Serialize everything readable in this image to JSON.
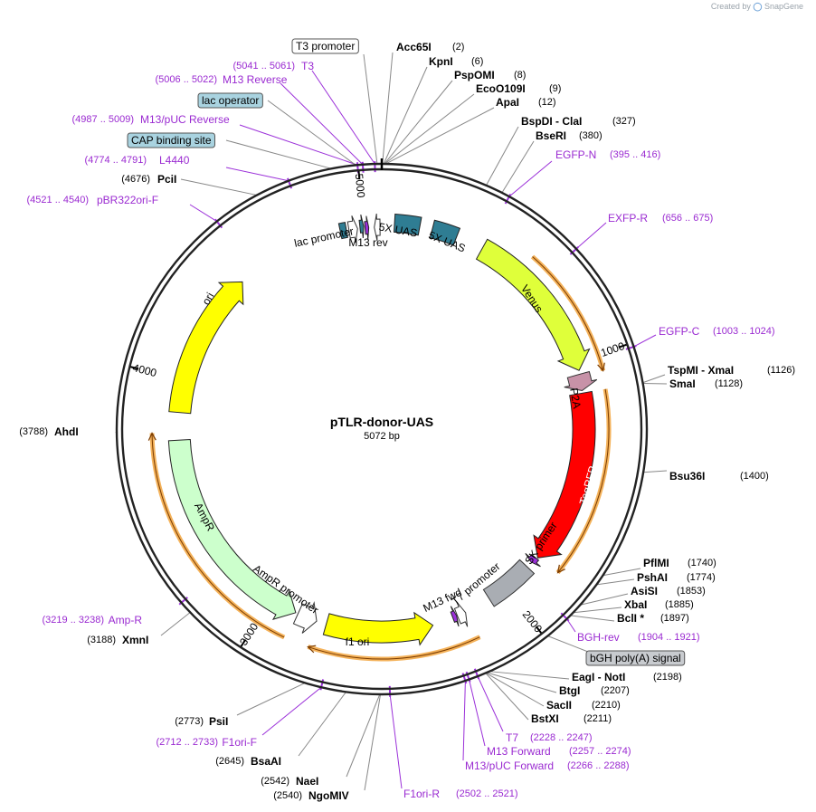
{
  "watermark": {
    "created_by": "Created by",
    "brand": "SnapGene"
  },
  "plasmid": {
    "name": "pTLR-donor-UAS",
    "length_label": "5072 bp",
    "length": 5072
  },
  "ticks": [
    "1000",
    "2000",
    "3000",
    "4000",
    "5000"
  ],
  "features": [
    {
      "name": "Venus",
      "color": "#dfff3a"
    },
    {
      "name": "P2A",
      "color": "#c792a8"
    },
    {
      "name": "TagRFP",
      "color": "#ff0000"
    },
    {
      "name": "SK primer",
      "color": "#9b30d9"
    },
    {
      "name": "bGH poly(A) signal",
      "color": "#a9adb3"
    },
    {
      "name": "T7 promoter",
      "color": "#ffffff"
    },
    {
      "name": "M13 fwd",
      "color": "#9b30d9"
    },
    {
      "name": "f1 ori",
      "color": "#ffff00"
    },
    {
      "name": "AmpR promoter",
      "color": "#ffffff"
    },
    {
      "name": "AmpR",
      "color": "#ccffcc"
    },
    {
      "name": "ori",
      "color": "#ffff00"
    },
    {
      "name": "lac promoter",
      "color": "#ffffff"
    },
    {
      "name": "M13 rev",
      "color": "#9b30d9"
    },
    {
      "name": "5X UAS",
      "color": "#2f7d93"
    },
    {
      "name": "5X UAS",
      "color": "#2f7d93"
    }
  ],
  "enzymes": [
    {
      "name": "Acc65I",
      "pos": "(2)"
    },
    {
      "name": "KpnI",
      "pos": "(6)"
    },
    {
      "name": "PspOMI",
      "pos": "(8)"
    },
    {
      "name": "EcoO109I",
      "pos": "(9)"
    },
    {
      "name": "ApaI",
      "pos": "(12)"
    },
    {
      "name": "BspDI - ClaI",
      "pos": "(327)"
    },
    {
      "name": "BseRI",
      "pos": "(380)"
    },
    {
      "name": "TspMI - XmaI",
      "pos": "(1126)"
    },
    {
      "name": "SmaI",
      "pos": "(1128)"
    },
    {
      "name": "Bsu36I",
      "pos": "(1400)"
    },
    {
      "name": "PflMI",
      "pos": "(1740)"
    },
    {
      "name": "PshAI",
      "pos": "(1774)"
    },
    {
      "name": "AsiSI",
      "pos": "(1853)"
    },
    {
      "name": "XbaI",
      "pos": "(1885)"
    },
    {
      "name": "BclI *",
      "pos": "(1897)"
    },
    {
      "name": "EagI - NotI",
      "pos": "(2198)"
    },
    {
      "name": "BtgI",
      "pos": "(2207)"
    },
    {
      "name": "SacII",
      "pos": "(2210)"
    },
    {
      "name": "BstXI",
      "pos": "(2211)"
    },
    {
      "name": "PsiI",
      "pos": "(2773)"
    },
    {
      "name": "BsaAI",
      "pos": "(2645)"
    },
    {
      "name": "NaeI",
      "pos": "(2542)"
    },
    {
      "name": "NgoMIV",
      "pos": "(2540)"
    },
    {
      "name": "XmnI",
      "pos": "(3188)"
    },
    {
      "name": "AhdI",
      "pos": "(3788)"
    },
    {
      "name": "PciI",
      "pos": "(4676)"
    }
  ],
  "primers": [
    {
      "name": "EGFP-N",
      "range": "(395 .. 416)"
    },
    {
      "name": "EXFP-R",
      "range": "(656 .. 675)"
    },
    {
      "name": "EGFP-C",
      "range": "(1003 .. 1024)"
    },
    {
      "name": "BGH-rev",
      "range": "(1904 .. 1921)"
    },
    {
      "name": "T7",
      "range": "(2228 .. 2247)"
    },
    {
      "name": "M13 Forward",
      "range": "(2257 .. 2274)"
    },
    {
      "name": "M13/pUC Forward",
      "range": "(2266 .. 2288)"
    },
    {
      "name": "F1ori-R",
      "range": "(2502 .. 2521)"
    },
    {
      "name": "F1ori-F",
      "range": "(2712 .. 2733)"
    },
    {
      "name": "Amp-R",
      "range": "(3219 .. 3238)"
    },
    {
      "name": "pBR322ori-F",
      "range": "(4521 .. 4540)"
    },
    {
      "name": "L4440",
      "range": "(4774 .. 4791)"
    },
    {
      "name": "M13/pUC Reverse",
      "range": "(4987 .. 5009)"
    },
    {
      "name": "M13 Reverse",
      "range": "(5006 .. 5022)"
    },
    {
      "name": "T3",
      "range": "(5041 .. 5061)"
    }
  ],
  "boxed_labels": [
    {
      "name": "T3 promoter",
      "color": "#ffffff"
    },
    {
      "name": "lac operator",
      "color": "#a9d3e0"
    },
    {
      "name": "CAP binding site",
      "color": "#a9d3e0"
    },
    {
      "name": "bGH poly(A) signal",
      "color": "#c8cbcf"
    }
  ]
}
